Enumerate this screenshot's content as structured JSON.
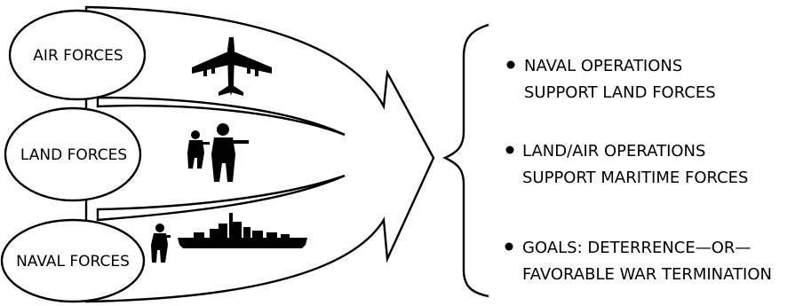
{
  "forces": [
    {
      "label": "AIR FORCES",
      "icon": "bomber-aircraft-icon"
    },
    {
      "label": "LAND FORCES",
      "icon": "soldiers-icon"
    },
    {
      "label": "NAVAL FORCES",
      "icon": "battleship-icon"
    }
  ],
  "outcomes": [
    {
      "line1": "NAVAL OPERATIONS",
      "line2": "SUPPORT LAND FORCES"
    },
    {
      "line1": "LAND/AIR OPERATIONS",
      "line2": "SUPPORT MARITIME FORCES"
    },
    {
      "line1": "GOALS: DETERRENCE—OR—",
      "line2": "FAVORABLE WAR TERMINATION"
    }
  ],
  "colors": {
    "stroke": "#000000",
    "fill": "#ffffff"
  }
}
